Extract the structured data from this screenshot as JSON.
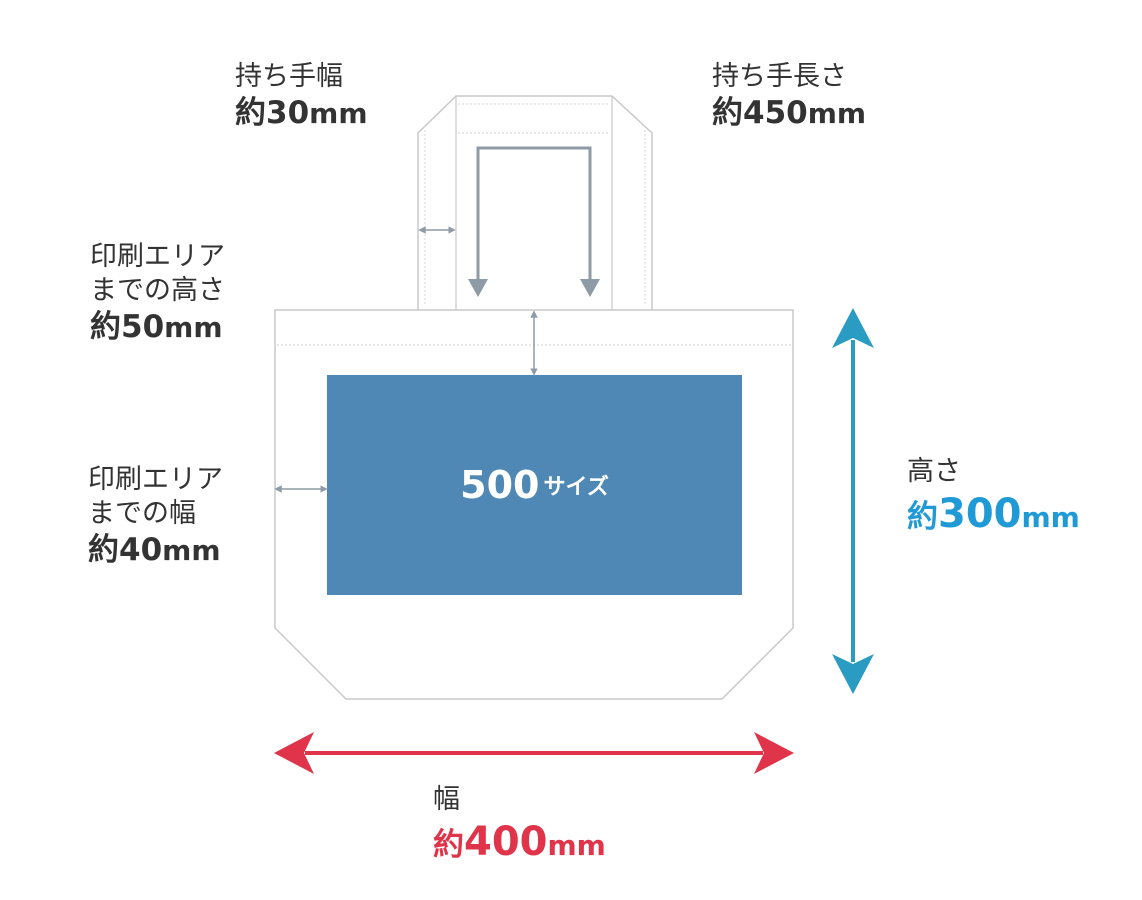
{
  "colors": {
    "outline": "#c9c9c9",
    "inner_arrow": "#8e9ba7",
    "print_area": "#4f88b4",
    "height_arrow": "#2a9bc3",
    "width_arrow": "#e0344a",
    "height_value": "#1f9ad6",
    "width_value": "#e0344a",
    "text": "#333333"
  },
  "print_area": {
    "size": "500",
    "suffix": "サイズ"
  },
  "labels": {
    "handle_width": {
      "title": "持ち手幅",
      "prefix": "約",
      "value": "30",
      "unit": "mm"
    },
    "handle_length": {
      "title": "持ち手長さ",
      "prefix": "約",
      "value": "450",
      "unit": "mm"
    },
    "print_height": {
      "title_line1": "印刷エリア",
      "title_line2": "までの高さ",
      "prefix": "約",
      "value": "50",
      "unit": "mm"
    },
    "print_width": {
      "title_line1": "印刷エリア",
      "title_line2": "までの幅",
      "prefix": "約",
      "value": "40",
      "unit": "mm"
    },
    "bag_height": {
      "title": "高さ",
      "prefix": "約",
      "value": "300",
      "unit": "mm"
    },
    "bag_width": {
      "title": "幅",
      "prefix": "約",
      "value": "400",
      "unit": "mm"
    }
  }
}
